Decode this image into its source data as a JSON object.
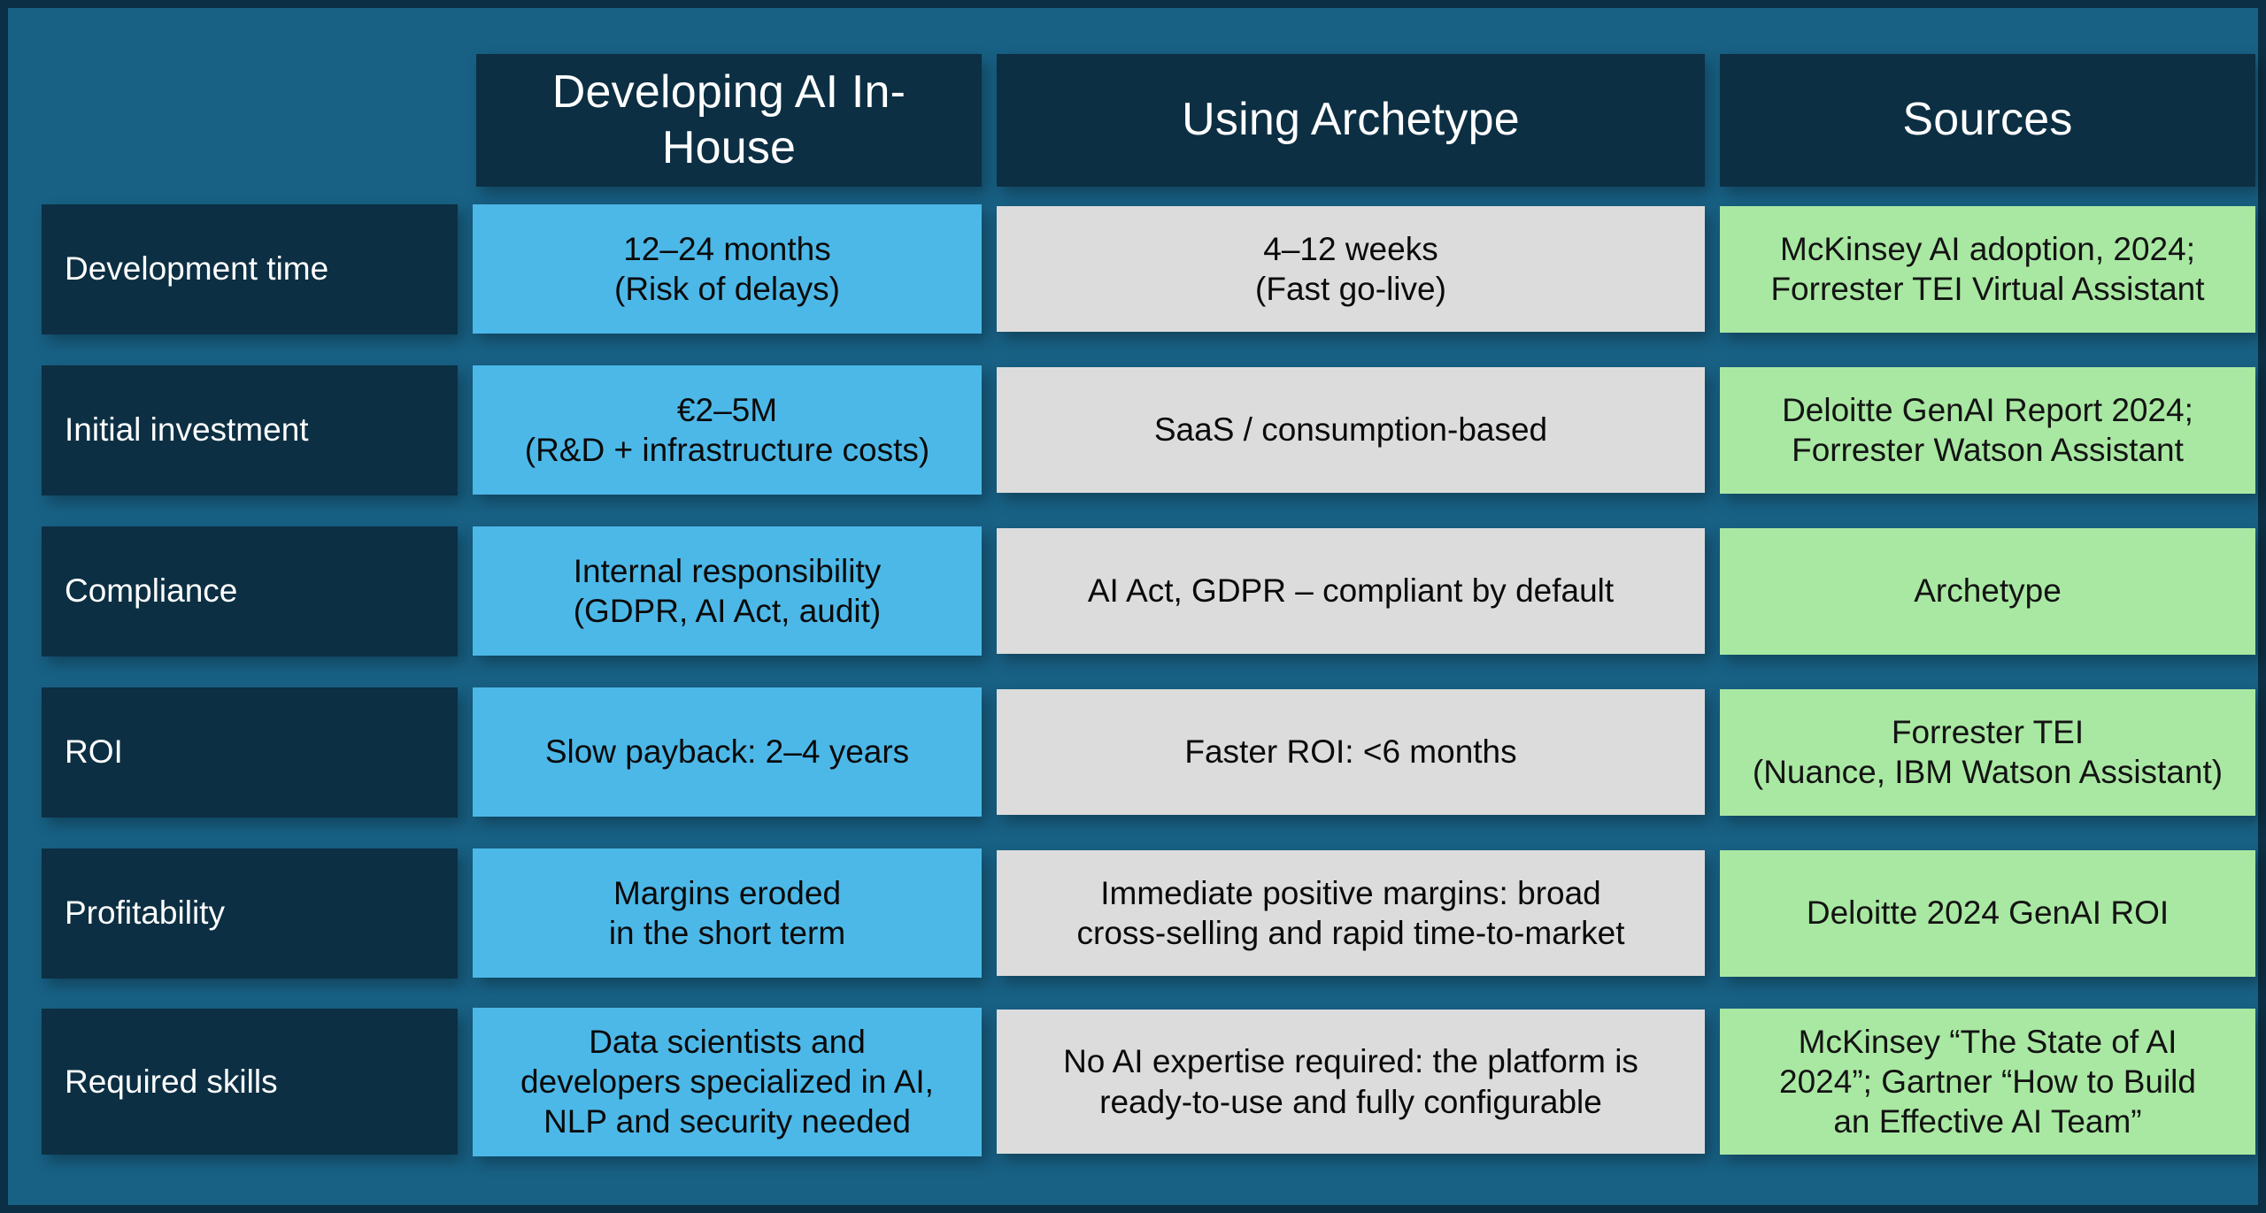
{
  "slide": {
    "title_visible": false,
    "background_color": "#186185",
    "border_color": "#0b2f44"
  },
  "table": {
    "columns": [
      {
        "key": "criterion",
        "header": "",
        "has_header": false,
        "bg": "#0c2f43",
        "text_color": "#ffffff"
      },
      {
        "key": "in_house",
        "header": "Developing AI In-House",
        "has_header": true,
        "bg": "#4cb8e8",
        "text_color": "#0a0a0a"
      },
      {
        "key": "archetype",
        "header": "Using Archetype",
        "has_header": true,
        "bg": "#dcdcdc",
        "text_color": "#0a0a0a"
      },
      {
        "key": "sources",
        "header": "Sources",
        "has_header": true,
        "bg": "#a9e8a2",
        "text_color": "#131313"
      }
    ],
    "header_bg": "#0c2f43",
    "header_text_color": "#ffffff",
    "rows": [
      {
        "criterion": "Development time",
        "in_house": "12–24 months\n(Risk of delays)",
        "archetype": "4–12 weeks\n(Fast go-live)",
        "sources": "McKinsey AI adoption, 2024;\nForrester TEI Virtual Assistant"
      },
      {
        "criterion": "Initial investment",
        "in_house": "€2–5M\n(R&D + infrastructure costs)",
        "archetype": "SaaS / consumption-based",
        "sources": "Deloitte GenAI Report 2024;\nForrester Watson Assistant"
      },
      {
        "criterion": "Compliance",
        "in_house": "Internal responsibility\n(GDPR, AI Act, audit)",
        "archetype": "AI Act, GDPR – compliant by default",
        "sources": "Archetype"
      },
      {
        "criterion": "ROI",
        "in_house": "Slow payback: 2–4 years",
        "archetype": "Faster ROI: <6 months",
        "sources": "Forrester TEI\n(Nuance, IBM Watson Assistant)"
      },
      {
        "criterion": "Profitability",
        "in_house": "Margins eroded\nin the short term",
        "archetype": "Immediate positive margins: broad\ncross-selling and rapid time-to-market",
        "sources": "Deloitte 2024 GenAI ROI"
      },
      {
        "criterion": "Required skills",
        "in_house": "Data scientists and\ndevelopers specialized in AI,\nNLP and security needed",
        "archetype": "No AI expertise required: the platform is\nready-to-use and fully configurable",
        "sources": "McKinsey “The State of AI\n2024”; Gartner “How to Build\nan Effective AI Team”"
      }
    ]
  }
}
